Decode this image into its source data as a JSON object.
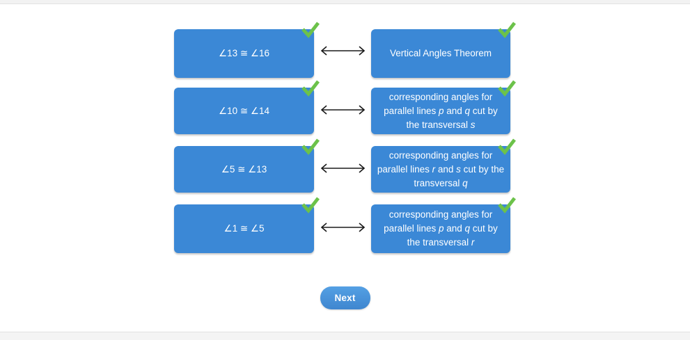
{
  "page": {
    "background_color": "#ffffff",
    "card_color": "#3b88d6",
    "check_color": "#6cc24a",
    "arrow_color": "#1a1a1a"
  },
  "matching": {
    "rows": [
      {
        "left_label": "∠13 ≅ ∠16",
        "right_label": "Vertical Angles Theorem",
        "right_label_html": "Vertical Angles Theorem",
        "left_checked": true,
        "right_checked": true,
        "connector": "double-arrow",
        "height": 70
      },
      {
        "left_label": "∠10 ≅ ∠14",
        "right_label": "corresponding angles for parallel lines p and q cut by the transversal s",
        "right_label_html": "corresponding angles for parallel lines <i>p</i> and <i>q</i> cut by the transversal <i>s</i>",
        "left_checked": true,
        "right_checked": true,
        "connector": "double-arrow",
        "height": 67
      },
      {
        "left_label": "∠5 ≅ ∠13",
        "right_label": "corresponding angles for parallel lines r and s cut by the transversal q",
        "right_label_html": "corresponding angles for parallel lines <i>r</i> and <i>s</i> cut by the transversal <i>q</i>",
        "left_checked": true,
        "right_checked": true,
        "connector": "double-arrow",
        "height": 67
      },
      {
        "left_label": "∠1 ≅ ∠5",
        "right_label": "corresponding angles for parallel lines p and q cut by the transversal r",
        "right_label_html": "corresponding angles for parallel lines <i>p</i> and <i>q</i> cut by the transversal <i>r</i>",
        "left_checked": true,
        "right_checked": true,
        "connector": "double-arrow",
        "height": 70
      }
    ]
  },
  "footer": {
    "next_label": "Next"
  },
  "icons": {
    "check": "check-icon",
    "arrow": "double-arrow-icon"
  }
}
